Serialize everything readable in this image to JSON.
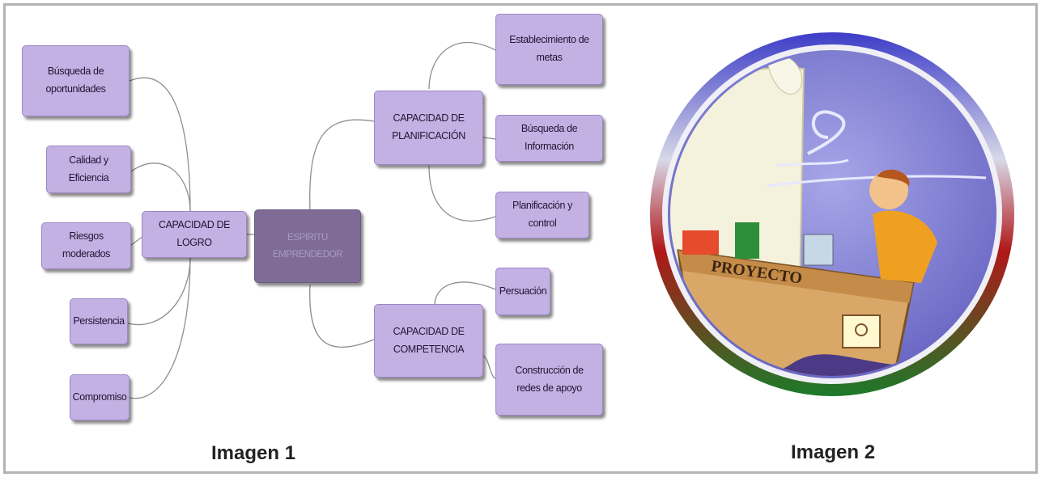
{
  "mindmap": {
    "center": "ESPIRITU EMPRENDEDOR",
    "logro": {
      "label": "CAPACIDAD DE LOGRO",
      "children": [
        "Búsqueda de oportunidades",
        "Calidad y Eficiencia",
        "Riesgos moderados",
        "Persistencia",
        "Compromiso"
      ]
    },
    "planificacion": {
      "label": "CAPACIDAD DE PLANIFICACIÓN",
      "children": [
        "Establecimiento de metas",
        "Búsqueda de Información",
        "Planificación y control"
      ]
    },
    "competencia": {
      "label": "CAPACIDAD DE COMPETENCIA",
      "children": [
        "Persuación",
        "Construcción de redes de apoyo"
      ]
    }
  },
  "illustration": {
    "sign_text": "PROYECTO",
    "ring_colors": [
      "#3c3cc8",
      "#c8c8d8",
      "#b01818",
      "#1d7a2a"
    ]
  },
  "captions": {
    "image1": "Imagen 1",
    "image2": "Imagen 2"
  }
}
